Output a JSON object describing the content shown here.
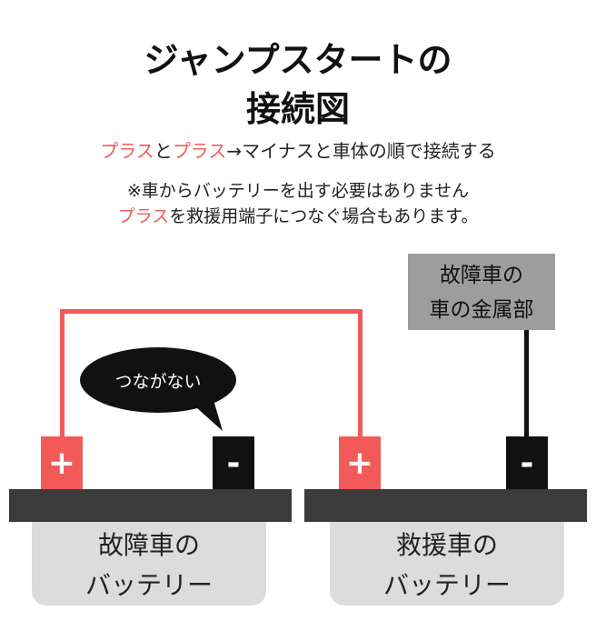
{
  "title": {
    "line1": "ジャンプスタートの",
    "line2": "接続図"
  },
  "instruction": {
    "plus1": "プラス",
    "to": "と",
    "plus2": "プラス",
    "rest": "→マイナスと車体の順で接続する"
  },
  "note": {
    "line1": "※車からバッテリーを出す必要はありません",
    "line2_red": "プラス",
    "line2_rest": "を救援用端子につなぐ場合もあります。"
  },
  "bubble_text": "つながない",
  "metal_label": {
    "line1": "故障車の",
    "line2": "車の金属部"
  },
  "terminals": {
    "plus": "+",
    "minus": "-"
  },
  "batteries": {
    "left": {
      "line1": "故障車の",
      "line2": "バッテリー"
    },
    "right": {
      "line1": "救援車の",
      "line2": "バッテリー"
    }
  },
  "colors": {
    "plus_red": "#f25a5a",
    "minus_black": "#111111",
    "battery_gray": "#dcdcdc",
    "label_gray": "#9d9d9d"
  }
}
